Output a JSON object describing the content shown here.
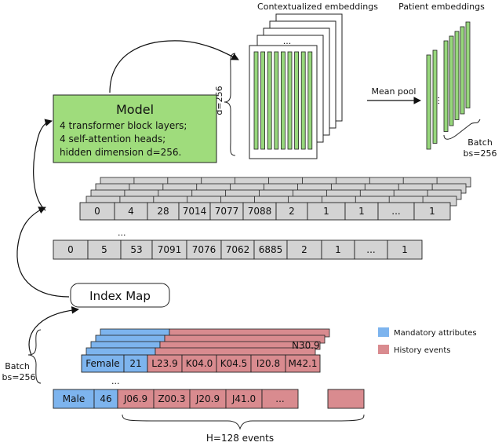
{
  "colors": {
    "model_green": "#9fdc7c",
    "embed_green": "#97d77c",
    "token_gray": "#d3d3d3",
    "mandatory_blue": "#7db4ee",
    "history_red": "#d98b8f",
    "stroke": "#222222"
  },
  "contextual": {
    "title": "Contextualized embeddings",
    "dim_label": "d=256",
    "ellipsis": "..."
  },
  "patient": {
    "title": "Patient embeddings",
    "ellipsis": "...",
    "batch_label": "Batch",
    "bs_label": "bs=256"
  },
  "mean_pool": {
    "label": "Mean pool"
  },
  "model": {
    "title": "Model",
    "lines": [
      "4 transformer block layers;",
      "4 self-attention heads;",
      "hidden dimension d=256."
    ]
  },
  "tokens": {
    "row1": [
      "0",
      "4",
      "28",
      "7014",
      "7077",
      "7088",
      "2",
      "1",
      "1",
      "...",
      "1"
    ],
    "row2": [
      "0",
      "5",
      "53",
      "7091",
      "7076",
      "7062",
      "6885",
      "2",
      "1",
      "...",
      "1"
    ],
    "mid_ellipsis": "..."
  },
  "index_map": {
    "label": "Index Map"
  },
  "legend": {
    "mandatory": "Mandatory attributes",
    "history": "History events"
  },
  "events": {
    "row1": {
      "sex": "Female",
      "age": "21",
      "codes": [
        "L23.9",
        "K04.0",
        "K04.5"
      ],
      "codes_right": [
        "I20.8",
        "M42.1"
      ],
      "stack_code": "N30.9"
    },
    "row2": {
      "sex": "Male",
      "age": "46",
      "codes": [
        "J06.9",
        "Z00.3",
        "J20.9",
        "J41.0",
        "..."
      ]
    },
    "mid_ellipsis": "...",
    "batch_label": "Batch",
    "bs_label": "bs=256",
    "h_label": "H=128 events"
  }
}
